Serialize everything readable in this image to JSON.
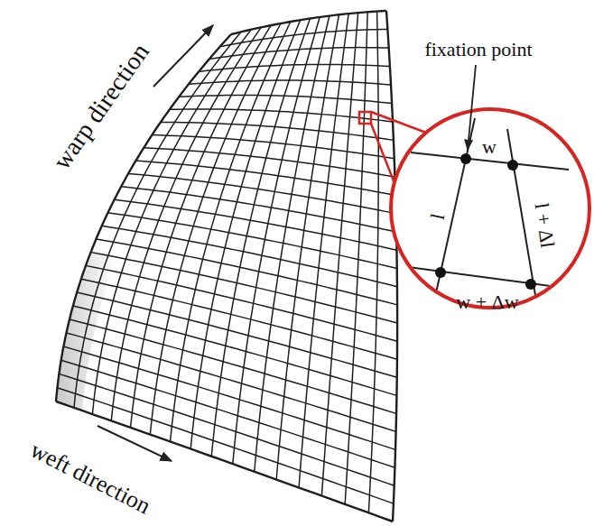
{
  "diagram": {
    "labels": [
      "warp direction",
      "weft direction",
      "fixation point",
      "w",
      "l",
      "l + Δl",
      "w + Δw"
    ]
  }
}
